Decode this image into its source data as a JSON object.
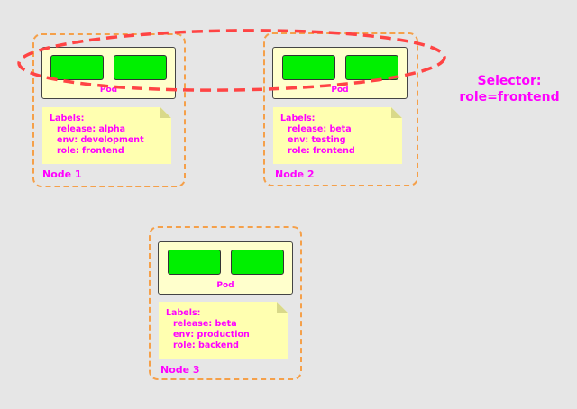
{
  "selector": {
    "title": "Selector:",
    "value": "role=frontend"
  },
  "nodes": [
    {
      "name": "Node 1",
      "pod_label": "Pod",
      "labels_title": "Labels:",
      "labels": [
        "release: alpha",
        "env: development",
        "role: frontend"
      ]
    },
    {
      "name": "Node 2",
      "pod_label": "Pod",
      "labels_title": "Labels:",
      "labels": [
        "release: beta",
        "env: testing",
        "role: frontend"
      ]
    },
    {
      "name": "Node 3",
      "pod_label": "Pod",
      "labels_title": "Labels:",
      "labels": [
        "release: beta",
        "env: production",
        "role: backend"
      ]
    }
  ],
  "colors": {
    "background": "#e6e6e6",
    "node_border": "#f5a04a",
    "pod_fill": "#ffffcc",
    "container_fill": "#00f000",
    "note_fill": "#ffffb0",
    "text_accent": "#ff00ff",
    "selector_ellipse": "#ff4444"
  }
}
